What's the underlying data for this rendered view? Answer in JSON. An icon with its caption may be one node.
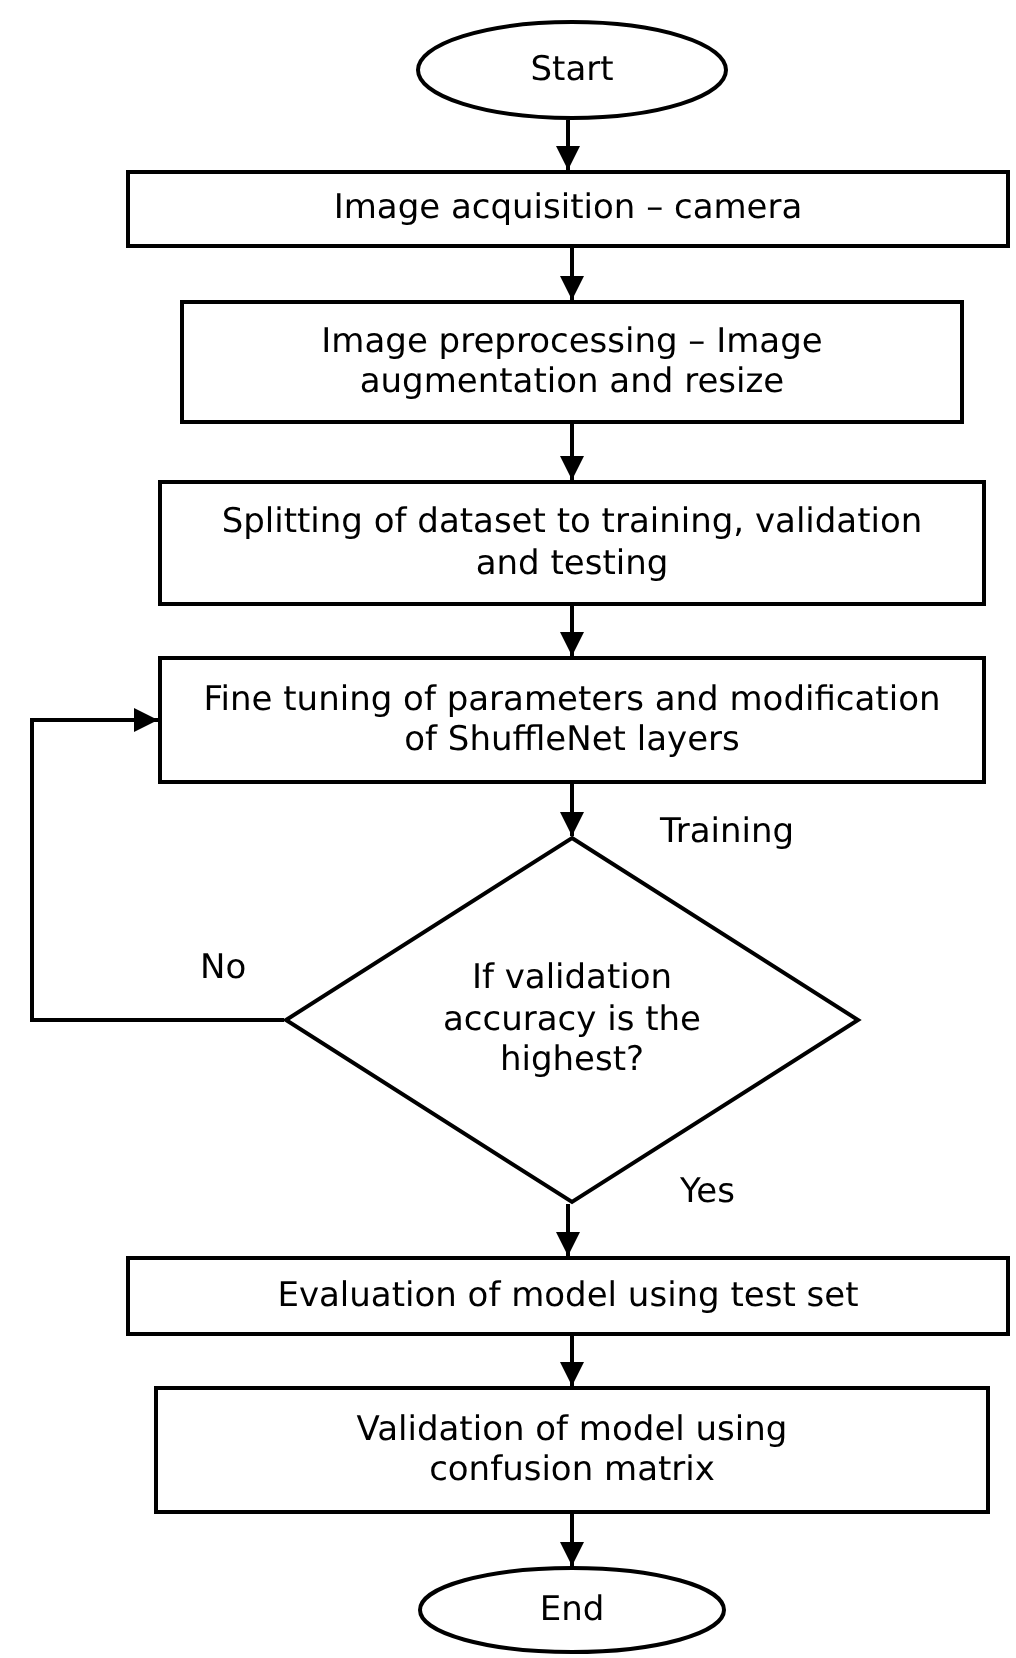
{
  "diagram": {
    "nodes": [
      {
        "text": [
          "Start"
        ]
      },
      {
        "text": [
          "Image acquisition – camera"
        ]
      },
      {
        "text": [
          "Image preprocessing – Image augmentation and resize"
        ]
      },
      {
        "text": [
          "Splitting of dataset to training, validation and testing"
        ]
      },
      {
        "text": [
          "Fine tuning of parameters and modification of ShuffleNet layers"
        ]
      },
      {
        "text": [
          "If validation accuracy is the highest?"
        ]
      },
      {
        "text": [
          "Evaluation of model using test set"
        ]
      },
      {
        "text": [
          "Validation of model using confusion matrix"
        ]
      },
      {
        "text": [
          "End"
        ]
      }
    ],
    "edges": [
      {
        "from": 0,
        "to": 1,
        "arrow": "to"
      },
      {
        "from": 1,
        "to": 2,
        "arrow": "to"
      },
      {
        "from": 2,
        "to": 3,
        "arrow": "to"
      },
      {
        "from": 3,
        "to": 4,
        "arrow": "to"
      },
      {
        "from": 4,
        "to": 5,
        "arrow": "to",
        "label": "Training"
      },
      {
        "from": 5,
        "to": 4,
        "arrow": "to",
        "label": "No"
      },
      {
        "from": 5,
        "to": 6,
        "arrow": "to",
        "label": "Yes"
      },
      {
        "from": 6,
        "to": 7,
        "arrow": "to"
      },
      {
        "from": 7,
        "to": 8,
        "arrow": "to"
      }
    ]
  }
}
